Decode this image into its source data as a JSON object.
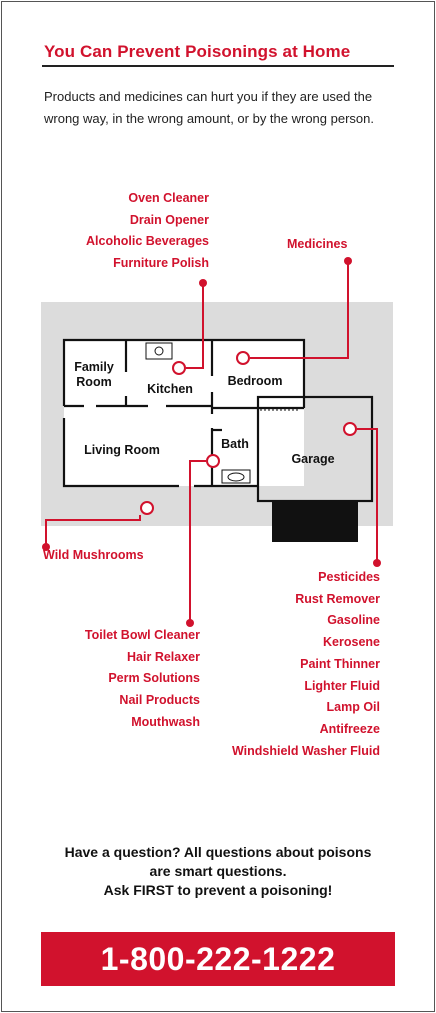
{
  "header": {
    "title": "You Can Prevent Poisonings at Home",
    "intro": "Products and medicines can hurt you if they are used the wrong way, in the wrong amount, or by the wrong person."
  },
  "rooms": {
    "family_room_line1": "Family",
    "family_room_line2": "Room",
    "kitchen": "Kitchen",
    "bedroom": "Bedroom",
    "living_room": "Living Room",
    "bath": "Bath",
    "garage": "Garage"
  },
  "callouts": {
    "kitchen_items": [
      "Oven Cleaner",
      "Drain Opener",
      "Alcoholic Beverages",
      "Furniture Polish"
    ],
    "bedroom_items": [
      "Medicines"
    ],
    "yard_items": [
      "Wild Mushrooms"
    ],
    "bath_items": [
      "Toilet Bowl Cleaner",
      "Hair Relaxer",
      "Perm Solutions",
      "Nail Products",
      "Mouthwash"
    ],
    "garage_items": [
      "Pesticides",
      "Rust Remover",
      "Gasoline",
      "Kerosene",
      "Paint Thinner",
      "Lighter Fluid",
      "Lamp Oil",
      "Antifreeze",
      "Windshield Washer Fluid"
    ]
  },
  "footer": {
    "line1": "Have a question? All questions about poisons",
    "line2": "are smart questions.",
    "line3": "Ask FIRST to prevent a poisoning!",
    "phone": "1-800-222-1222"
  },
  "colors": {
    "accent": "#d1122d",
    "floor": "#dcdcdc",
    "walls": "#111111"
  }
}
